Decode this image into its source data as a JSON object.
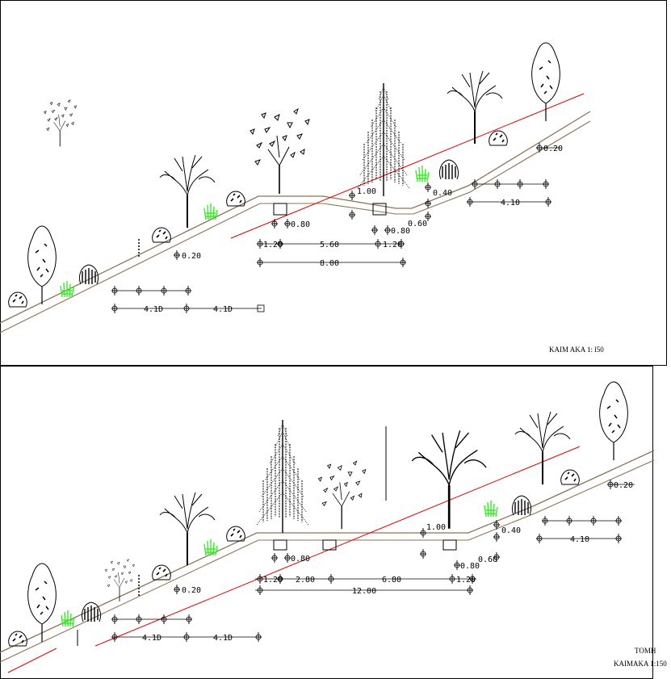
{
  "top_section": {
    "scale_label": "KAIM AKA 1: l50",
    "dimensions": {
      "left_spacing_a": "4.1D",
      "left_spacing_b": "4.1D",
      "slope_offset": "0.20",
      "road_left_shoulder": "0.80",
      "road_left_margin": "1.20",
      "road_lane": "5.60",
      "road_right_margin": "1.20",
      "road_total": "8.00",
      "road_mid_offset": "0.80",
      "right_shoulder_top": "0.40",
      "right_shoulder_low": "0.60",
      "tree_height_mark": "1.00",
      "right_spacing": "4.10",
      "right_slope_offset": "0.20"
    }
  },
  "bottom_section": {
    "title": "TOMH",
    "scale_label": "KAIMAKA 1:150",
    "dimensions": {
      "left_spacing_a": "4.1D",
      "left_spacing_b": "4.1D",
      "slope_offset": "0.20",
      "road_left_shoulder": "0.80",
      "road_left_margin": "1.20",
      "road_lane_a": "2.80",
      "road_lane_b": "6.80",
      "road_right_margin": "1.20",
      "road_total": "12.00",
      "tree_height_mark": "1.00",
      "right_shoulder_top": "0.40",
      "right_shoulder_low": "0.60",
      "road_mid_offset": "0.80",
      "right_spacing": "4.10",
      "right_slope_offset": "0.20"
    }
  },
  "colors": {
    "ground_line": "#8b7355",
    "axis_line": "#e00000",
    "shrub_green": "#33ee22",
    "ink": "#000000"
  }
}
